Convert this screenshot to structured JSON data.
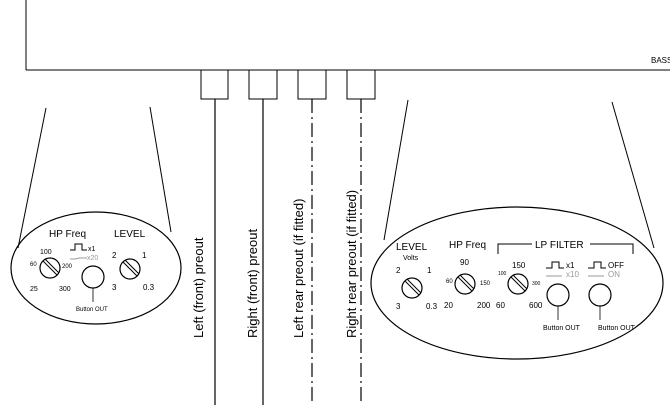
{
  "unit": {
    "label": "BASS"
  },
  "preouts": [
    {
      "label": "Left (front) preout"
    },
    {
      "label": "Right (front) preout"
    },
    {
      "label": "Left rear preout (if fitted)"
    },
    {
      "label": "Right rear preout (if fitted)"
    }
  ],
  "left_panel": {
    "hp_freq": {
      "title": "HP Freq",
      "ticks": [
        "60",
        "100",
        "200",
        "25",
        "300"
      ]
    },
    "switch": {
      "x1": "x1",
      "x20": "x20"
    },
    "level": {
      "title": "LEVEL",
      "ticks": [
        "2",
        "1",
        "3",
        "0.3"
      ]
    },
    "button": {
      "label": "Button OUT"
    }
  },
  "right_panel": {
    "level": {
      "title": "LEVEL",
      "unit": "Volts",
      "ticks": [
        "2",
        "1",
        "3",
        "0.3"
      ]
    },
    "hp_freq": {
      "title": "HP Freq",
      "ticks": [
        "90",
        "60",
        "150",
        "20",
        "200"
      ]
    },
    "lp_filter": {
      "title": "LP FILTER",
      "ticks": [
        "150",
        "100",
        "300",
        "60",
        "600"
      ],
      "x1": "x1",
      "x10": "x10",
      "off": "OFF",
      "on": "ON",
      "button1": "Button OUT",
      "button2": "Button OUT"
    }
  }
}
